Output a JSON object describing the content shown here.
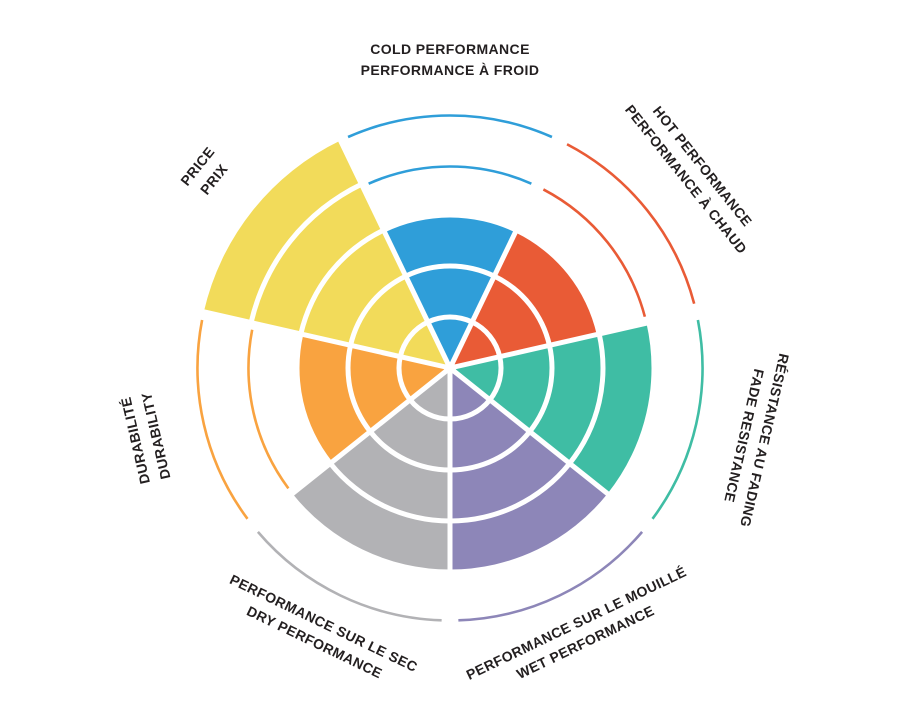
{
  "background": "#ffffff",
  "text_color": "#231f20",
  "chart_data": {
    "type": "radar",
    "style": "segmented-polar-sectors",
    "title": "",
    "rings": 5,
    "value_range": [
      0,
      5
    ],
    "start_angle_deg": 0,
    "direction": "clockwise",
    "grid": "white-ring-separators-inside-filled-sectors, unfilled-levels-shown-as-thin-colored-arcs",
    "legend": "none",
    "sectors": [
      {
        "id": "cold-performance",
        "lines": [
          "COLD PERFORMANCE",
          "PERFORMANCE À FROID"
        ],
        "value": 3,
        "color": "#2f9ed9"
      },
      {
        "id": "hot-performance",
        "lines": [
          "HOT PERFORMANCE",
          "PERFORMANCE À CHAUD"
        ],
        "value": 3,
        "color": "#e95b36"
      },
      {
        "id": "fade-resistance",
        "lines": [
          "RÉSISTANCE AU FADING",
          "FADE RESISTANCE"
        ],
        "value": 4,
        "color": "#3fbda4"
      },
      {
        "id": "wet-performance",
        "lines": [
          "PERFORMANCE SUR LE MOUILLÉ",
          "WET PERFORMANCE"
        ],
        "value": 4,
        "color": "#8d86b8"
      },
      {
        "id": "dry-performance",
        "lines": [
          "PERFORMANCE SUR LE SEC",
          "DRY PERFORMANCE"
        ],
        "value": 4,
        "color": "#b2b2b5"
      },
      {
        "id": "durability",
        "lines": [
          "DURABILITÉ",
          "DURABILITY"
        ],
        "value": 3,
        "color": "#f9a340"
      },
      {
        "id": "price",
        "lines": [
          "PRICE",
          "PRIX"
        ],
        "value": 5,
        "color": "#f2db5a"
      }
    ]
  }
}
